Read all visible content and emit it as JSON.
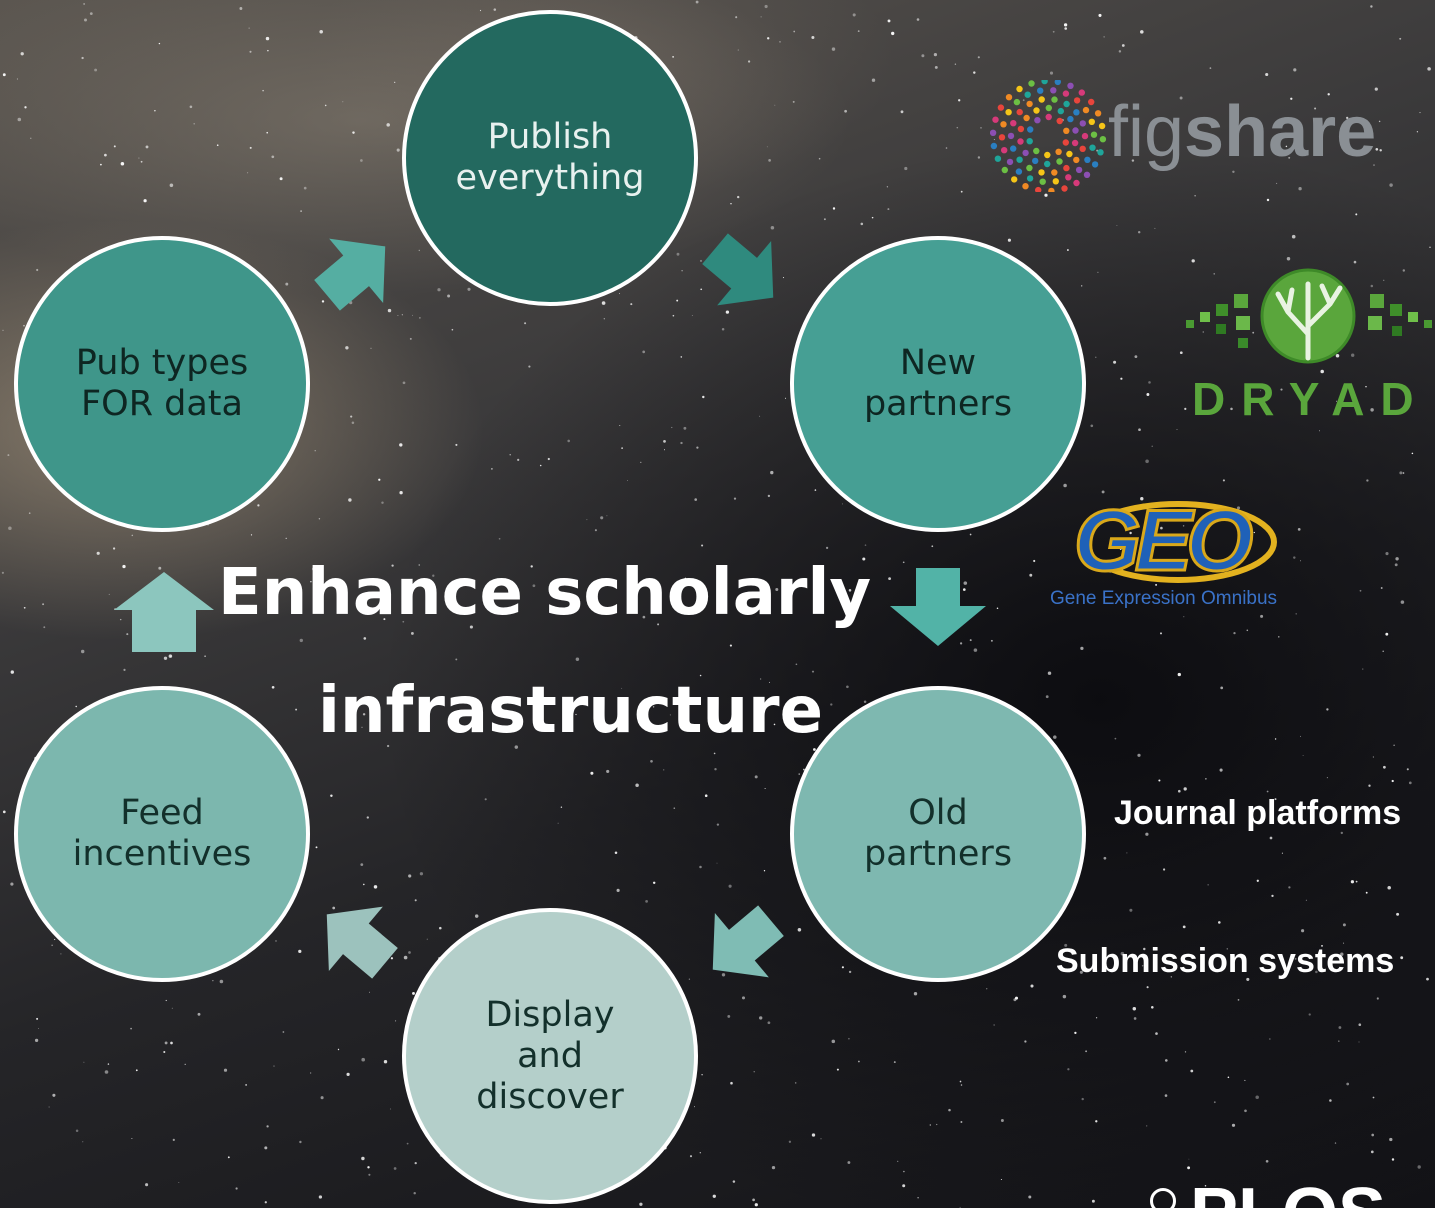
{
  "cycle": {
    "nodes": [
      {
        "label": "Publish\neverything",
        "fill": "#23695f",
        "text_color": "#e8f1ef"
      },
      {
        "label": "New\npartners",
        "fill": "#469f94",
        "text_color": "#0e2622"
      },
      {
        "label": "Old\npartners",
        "fill": "#7eb8b0",
        "text_color": "#13302b"
      },
      {
        "label": "Display\nand\ndiscover",
        "fill": "#b4cfca",
        "text_color": "#13302b"
      },
      {
        "label": "Feed\nincentives",
        "fill": "#7cb7ae",
        "text_color": "#13302b"
      },
      {
        "label": "Pub types\nFOR data",
        "fill": "#3f968a",
        "text_color": "#0e2622"
      }
    ],
    "arrow_colors": [
      "#2f8a7e",
      "#52b3a7",
      "#7fbcb4",
      "#9cc2bd",
      "#8cc6be",
      "#55aea2"
    ]
  },
  "center": {
    "line1": "Enhance scholarly",
    "line2": "infrastructure"
  },
  "partners": {
    "figshare": {
      "prefix": "fig",
      "suffix": "share"
    },
    "dryad": {
      "word": "DRYAD",
      "color": "#5aa63c"
    },
    "geo": {
      "word": "GEO",
      "subtitle": "Gene Expression Omnibus"
    },
    "journal_platforms": "Journal platforms",
    "submission_systems": "Submission systems"
  },
  "footer_logo": {
    "text": "PLOS"
  }
}
